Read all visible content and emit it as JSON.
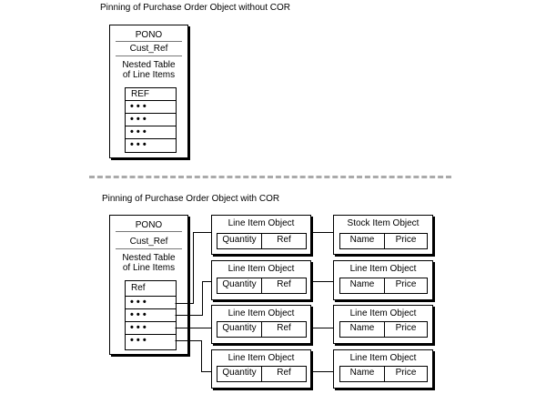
{
  "top": {
    "caption": "Pinning of Purchase Order Object without COR",
    "po": {
      "pono": "PONO",
      "cust_ref": "Cust_Ref",
      "nested_line1": "Nested Table",
      "nested_line2": "of Line Items",
      "table_header": "REF",
      "rows": [
        "• • •",
        "• • •",
        "• • •",
        "• • •"
      ]
    }
  },
  "bottom": {
    "caption": "Pinning of Purchase Order Object with COR",
    "po": {
      "pono": "PONO",
      "cust_ref": "Cust_Ref",
      "nested_line1": "Nested Table",
      "nested_line2": "of Line Items",
      "table_header": "Ref",
      "rows": [
        "• • •",
        "• • •",
        "• • •",
        "• • •"
      ]
    },
    "line_items": [
      {
        "title": "Line Item Object",
        "quantity": "Quantity",
        "ref": "Ref"
      },
      {
        "title": "Line Item Object",
        "quantity": "Quantity",
        "ref": "Ref"
      },
      {
        "title": "Line Item Object",
        "quantity": "Quantity",
        "ref": "Ref"
      },
      {
        "title": "Line Item Object",
        "quantity": "Quantity",
        "ref": "Ref"
      }
    ],
    "targets": [
      {
        "title": "Stock Item Object",
        "name": "Name",
        "price": "Price"
      },
      {
        "title": "Line Item Object",
        "name": "Name",
        "price": "Price"
      },
      {
        "title": "Line Item Object",
        "name": "Name",
        "price": "Price"
      },
      {
        "title": "Line Item Object",
        "name": "Name",
        "price": "Price"
      }
    ]
  }
}
